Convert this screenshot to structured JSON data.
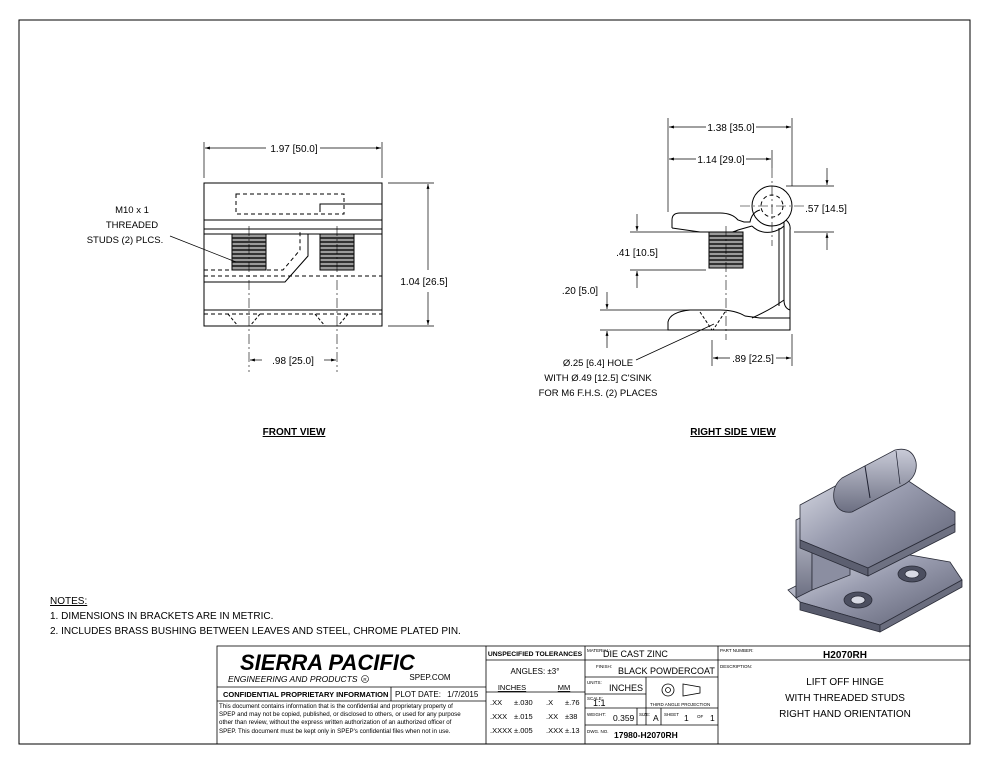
{
  "views": {
    "front": {
      "label": "FRONT VIEW",
      "dim_width": "1.97",
      "dim_width_mm": "50.0",
      "dim_height": "1.04",
      "dim_height_mm": "26.5",
      "dim_stud_spacing": ".98",
      "dim_stud_spacing_mm": "25.0",
      "callout_line1": "M10 x 1",
      "callout_line2": "THREADED",
      "callout_line3": "STUDS (2) PLCS."
    },
    "side": {
      "label": "RIGHT SIDE VIEW",
      "dim_overall": "1.38",
      "dim_overall_mm": "35.0",
      "dim_pin": "1.14",
      "dim_pin_mm": "29.0",
      "dim_pin_height": ".57",
      "dim_pin_height_mm": "14.5",
      "dim_stud": ".41",
      "dim_stud_mm": "10.5",
      "dim_thickness": ".20",
      "dim_thickness_mm": "5.0",
      "dim_hole": ".89",
      "dim_hole_mm": "22.5",
      "hole_line1": "Ø.25 [6.4] HOLE",
      "hole_line2": "WITH Ø.49 [12.5] C'SINK",
      "hole_line3": "FOR M6 F.H.S. (2) PLACES"
    }
  },
  "notes": {
    "title": "NOTES:",
    "items": [
      "1.   DIMENSIONS IN BRACKETS ARE IN METRIC.",
      "2.   INCLUDES BRASS BUSHING BETWEEN LEAVES AND STEEL, CHROME PLATED PIN."
    ]
  },
  "title_block": {
    "company": "SIERRA PACIFIC",
    "company_sub": "ENGINEERING AND PRODUCTS",
    "registered": "R",
    "website": "SPEP.COM",
    "confidential_header": "CONFIDENTIAL PROPRIETARY INFORMATION",
    "plot_date_label": "PLOT DATE:",
    "plot_date": "1/7/2015",
    "confidential_text": "This document contains information that is the confidential and proprietary property of SPEP and may not be copied, published, or disclosed to others, or used for any purpose other than review, without the express written authorization of an authorized officer of SPEP. This document must be kept only in SPEP's confidential files when not in use.",
    "tolerances_header": "UNSPECIFIED TOLERANCES",
    "angles": "ANGLES: ±3°",
    "inches_header": "INCHES",
    "mm_header": "MM",
    "tolerance_rows": [
      [
        ".XX",
        "±.030",
        ".X",
        "±.76"
      ],
      [
        ".XXX",
        "±.015",
        ".XX",
        "±38"
      ],
      [
        ".XXXX",
        "±.005",
        ".XXX",
        "±.13"
      ]
    ],
    "material_label": "MATERIAL:",
    "material": "DIE CAST ZINC",
    "finish_label": "FINISH:",
    "finish": "BLACK POWDERCOAT",
    "units_label": "UNITS:",
    "units": "INCHES",
    "scale_label": "SCALE:",
    "scale": "1:1",
    "projection_label": "THIRD ANGLE PROJECTION",
    "weight_label": "WEIGHT:",
    "weight": "0.359",
    "size_label": "SIZE:",
    "size": "A",
    "sheet_label": "SHEET",
    "sheet": "1",
    "of_label": "OF",
    "sheet_total": "1",
    "dwg_label": "DWG. NO.",
    "dwg_no": "17980-H2070RH",
    "part_label": "PART NUMBER:",
    "part_number": "H2070RH",
    "desc_label": "DESCRIPTION:",
    "desc_line1": "LIFT OFF HINGE",
    "desc_line2": "WITH THREADED STUDS",
    "desc_line3": "RIGHT HAND ORIENTATION"
  }
}
